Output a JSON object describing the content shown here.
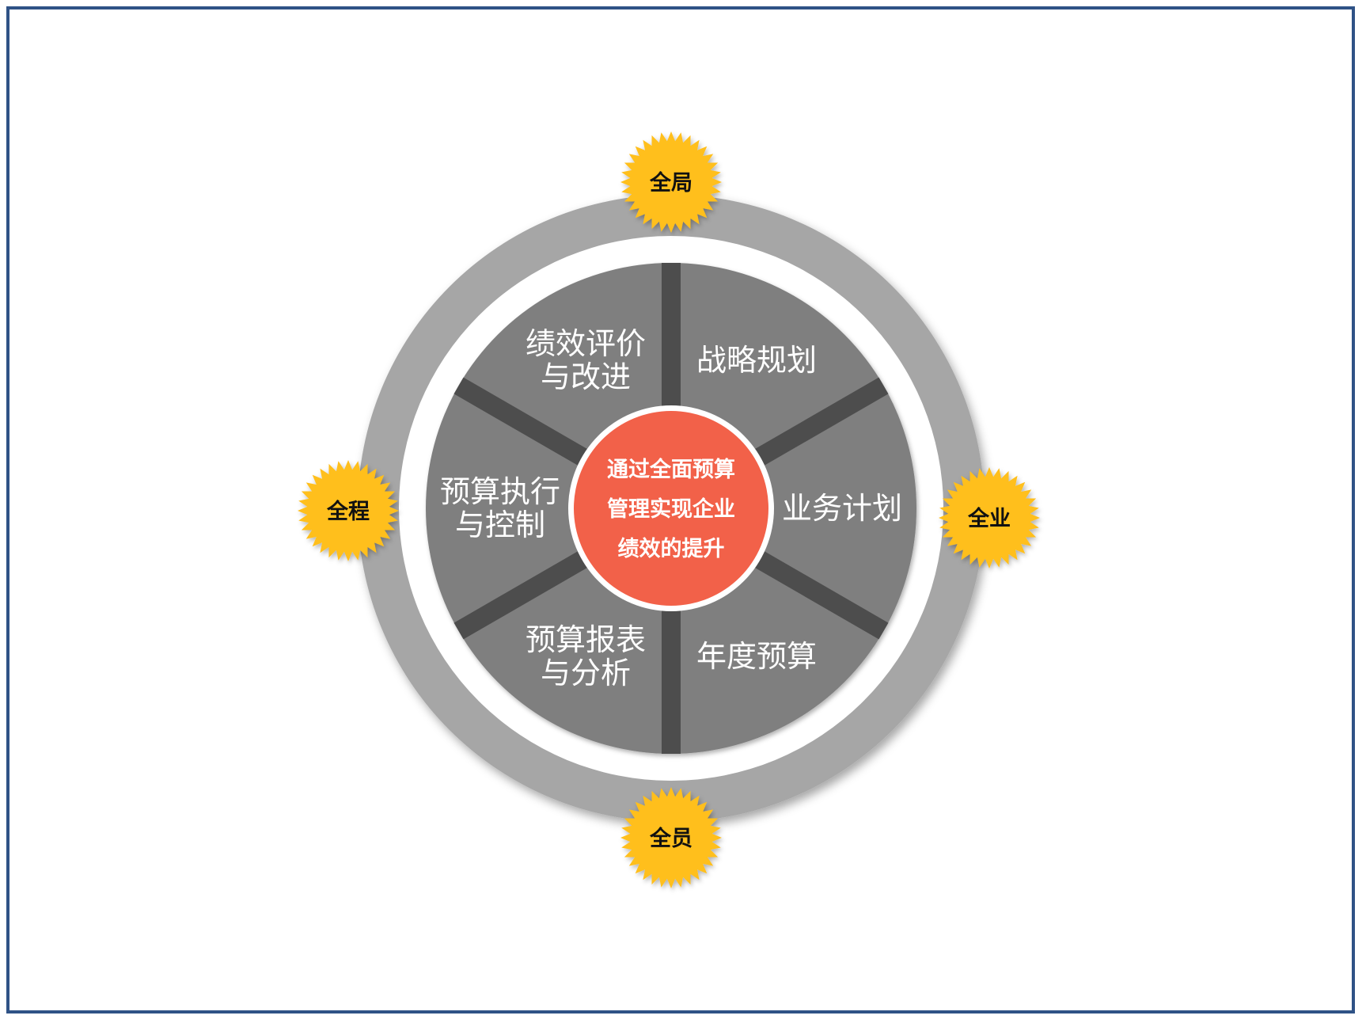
{
  "colors": {
    "frame_border": "#2f5286",
    "outer_ring": "#a6a6a6",
    "segment_fill": "#7f7f7f",
    "divider": "#4d4d4d",
    "center_fill": "#f26149",
    "badge_fill": "#ffbf1f"
  },
  "center": {
    "lines": [
      "通过全面预算",
      "管理实现企业",
      "绩效的提升"
    ]
  },
  "segments": [
    {
      "lines": [
        "战略规划"
      ]
    },
    {
      "lines": [
        "业务计划"
      ]
    },
    {
      "lines": [
        "年度预算"
      ]
    },
    {
      "lines": [
        "预算报表",
        "与分析"
      ]
    },
    {
      "lines": [
        "预算执行",
        "与控制"
      ]
    },
    {
      "lines": [
        "绩效评价",
        "与改进"
      ]
    }
  ],
  "badges": [
    {
      "position": "top",
      "label": "全局"
    },
    {
      "position": "right",
      "label": "全业"
    },
    {
      "position": "bottom",
      "label": "全员"
    },
    {
      "position": "left",
      "label": "全程"
    }
  ]
}
